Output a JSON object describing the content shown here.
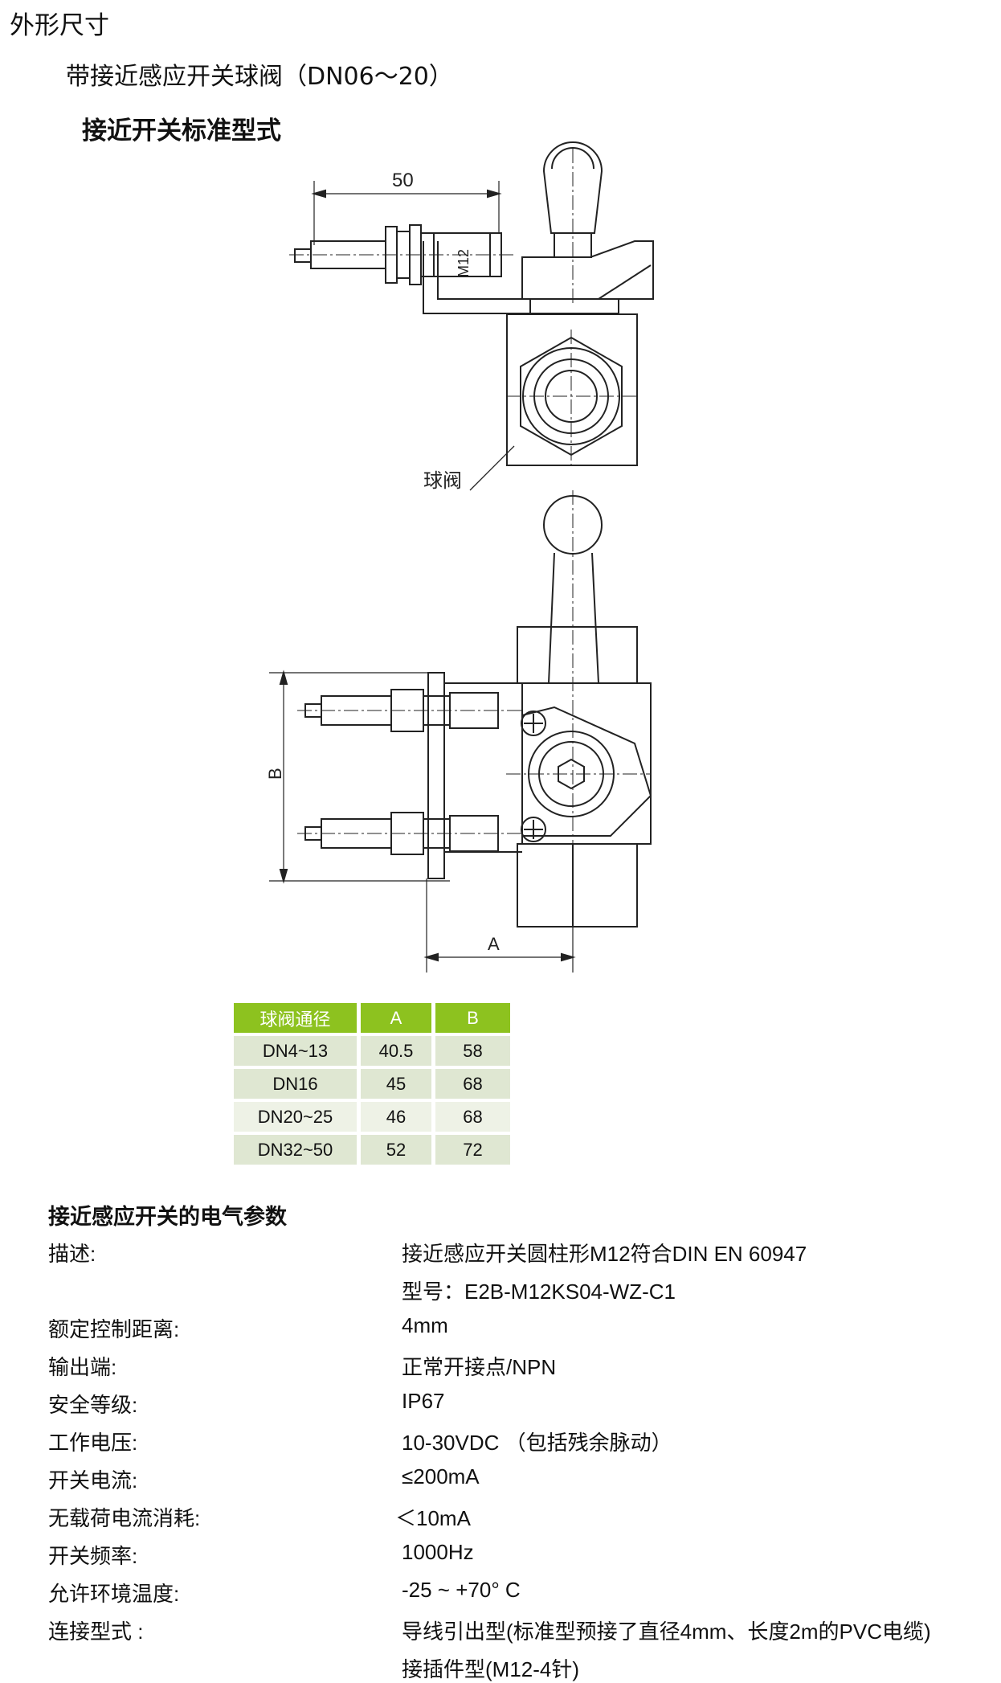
{
  "title": "外形尺寸",
  "subtitle": "带接近感应开关球阀（DN06～20）",
  "heading": "接近开关标准型式",
  "drawing": {
    "dim_50": "50",
    "thread_label": "M12",
    "valve_label": "球阀",
    "dim_a": "A",
    "dim_b": "B"
  },
  "table": {
    "headers": [
      "球阀通径",
      "A",
      "B"
    ],
    "rows": [
      [
        "DN4~13",
        "40.5",
        "58"
      ],
      [
        "DN16",
        "45",
        "68"
      ],
      [
        "DN20~25",
        "46",
        "68"
      ],
      [
        "DN32~50",
        "52",
        "72"
      ]
    ],
    "colors": {
      "header": "#8dc21f",
      "row": "#dfe7d2",
      "row_light": "#eef2e6"
    }
  },
  "electrical": {
    "heading": "接近感应开关的电气参数",
    "params": [
      {
        "label": "描述:",
        "values": [
          "接近感应开关圆柱形M12符合DIN EN 60947",
          "型号：E2B-M12KS04-WZ-C1"
        ]
      },
      {
        "label": "额定控制距离:",
        "values": [
          "4mm"
        ]
      },
      {
        "label": "输出端:",
        "values": [
          "正常开接点/NPN"
        ]
      },
      {
        "label": "安全等级:",
        "values": [
          "IP67"
        ]
      },
      {
        "label": "工作电压:",
        "values": [
          "10-30VDC （包括残余脉动）"
        ]
      },
      {
        "label": "开关电流:",
        "values": [
          "≤200mA"
        ]
      },
      {
        "label": "无载荷电流消耗:",
        "values": [
          "＜10mA"
        ]
      },
      {
        "label": "开关频率:",
        "values": [
          "1000Hz"
        ]
      },
      {
        "label": "允许环境温度:",
        "values": [
          "-25 ~ +70°  C"
        ]
      },
      {
        "label": "连接型式 :",
        "values": [
          "导线引出型(标准型预接了直径4mm、长度2m的PVC电缆)",
          "接插件型(M12-4针)"
        ]
      }
    ]
  }
}
